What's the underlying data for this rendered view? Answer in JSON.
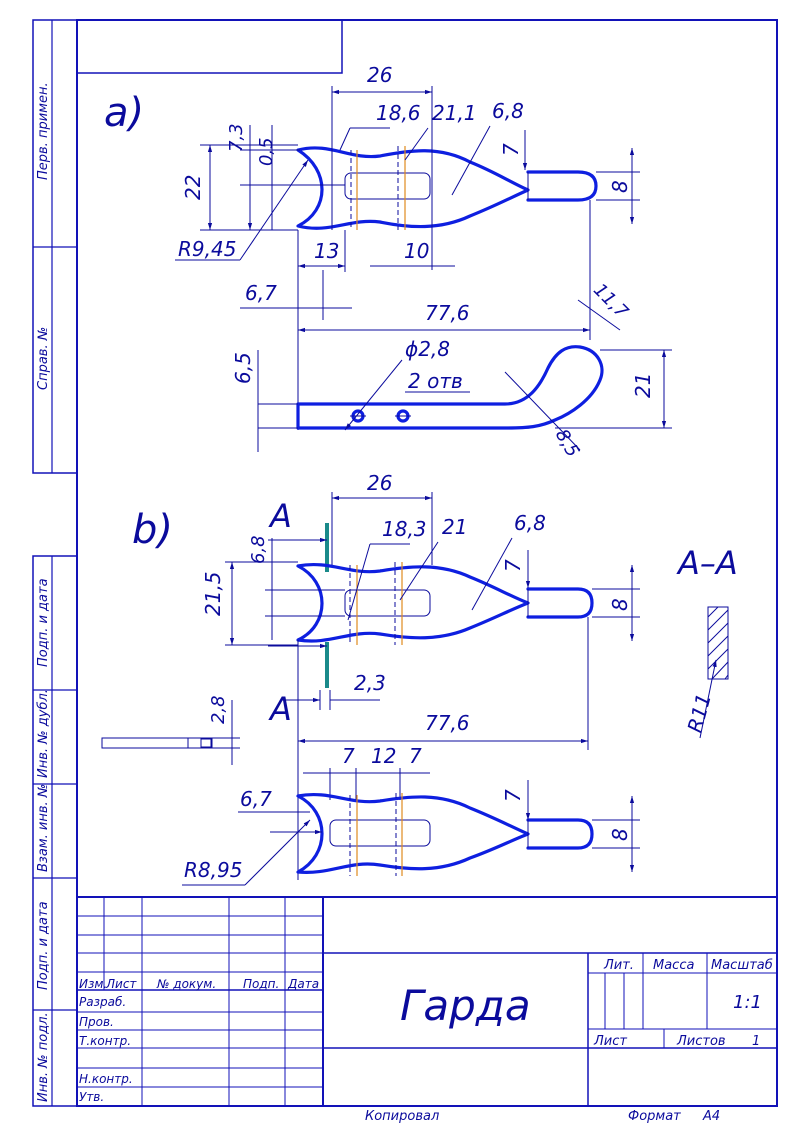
{
  "drawing": {
    "view_a_label": "a)",
    "view_b_label": "b)",
    "section_label": "A–A",
    "section_mark": "A",
    "dims_a": {
      "d26": "26",
      "d18_6": "18,6",
      "d21_1": "21,1",
      "d6_8": "6,8",
      "d7_3": "7,3",
      "d0_5": "0,5",
      "d22": "22",
      "d7": "7",
      "d8": "8",
      "r9_45": "R9,45",
      "d13": "13",
      "d10": "10",
      "d6_7": "6,7",
      "d77_6": "77,6",
      "d11_7": "11,7",
      "phi2_8": "ϕ2,8",
      "holes": "2 отв",
      "d6_5": "6,5",
      "d21": "21",
      "d8_5": "8,5"
    },
    "dims_b": {
      "d26": "26",
      "d18_3": "18,3",
      "d21": "21",
      "d6_8": "6,8",
      "d6_8_left": "6,8",
      "d21_5": "21,5",
      "d7": "7",
      "d8": "8",
      "d2_3": "2,3",
      "d2_8": "2,8",
      "d77_6": "77,6",
      "d7a": "7",
      "d12": "12",
      "d7b": "7",
      "d6_7": "6,7",
      "r8_95": "R8,95",
      "d7_low": "7",
      "d8_low": "8",
      "r11": "R11"
    }
  },
  "side_stamps": {
    "perv_primen": "Перв. примен.",
    "sprav_no": "Справ. №",
    "podp_data_1": "Подп. и дата",
    "inv_dubl": "Инв. № дубл.",
    "vzam_inv": "Взам. инв. №",
    "podp_data_2": "Подп. и дата",
    "inv_podl": "Инв. № подл."
  },
  "title_block": {
    "title": "Гарда",
    "izm": "Изм.",
    "list": "Лист",
    "n_dokum": "№ докум.",
    "podp": "Подп.",
    "data": "Дата",
    "razrab": "Разраб.",
    "prov": "Пров.",
    "tkontr": "Т.контр.",
    "nkontr": "Н.контр.",
    "utv": "Утв.",
    "lit": "Лит.",
    "massa": "Масса",
    "masshtab": "Масштаб",
    "scale_value": "1:1",
    "sheet_label": "Лист",
    "sheets_label": "Листов",
    "sheets_value": "1"
  },
  "footer": {
    "kopiroval": "Копировал",
    "format": "Формат",
    "format_value": "А4"
  },
  "colors": {
    "frame": "#1212b8",
    "part_outline": "#0e1fe0",
    "centerline_orange": "#e08a1e",
    "section_mark": "#1a8a8a"
  }
}
